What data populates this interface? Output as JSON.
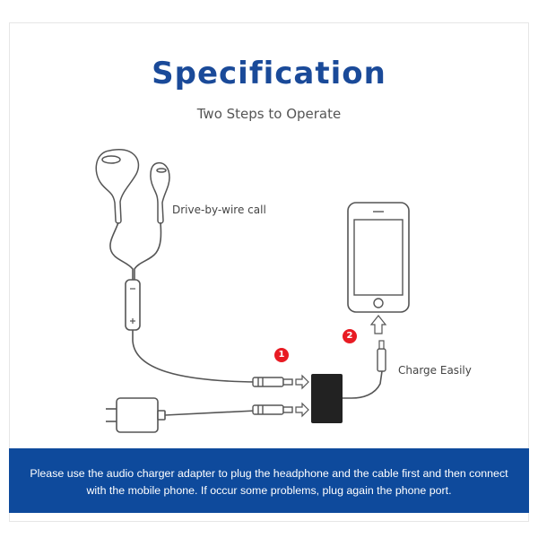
{
  "heading": {
    "title": "Specification",
    "subtitle": "Two Steps to Operate"
  },
  "labels": {
    "call": "Drive-by-wire call",
    "charge": "Charge Easily"
  },
  "steps": [
    "1",
    "2"
  ],
  "note": "Please use the audio charger adapter to plug the headphone and the cable first and then connect with the mobile phone. If occur some problems, plug again the phone port.",
  "icons": [
    "earphones-icon",
    "phone-icon",
    "adapter-icon",
    "wall-charger-icon",
    "lightning-plug-icon",
    "arrow-icon"
  ],
  "colors": {
    "title": "#1a4a99",
    "banner": "#0e4a9c",
    "badge": "#e81b23"
  }
}
